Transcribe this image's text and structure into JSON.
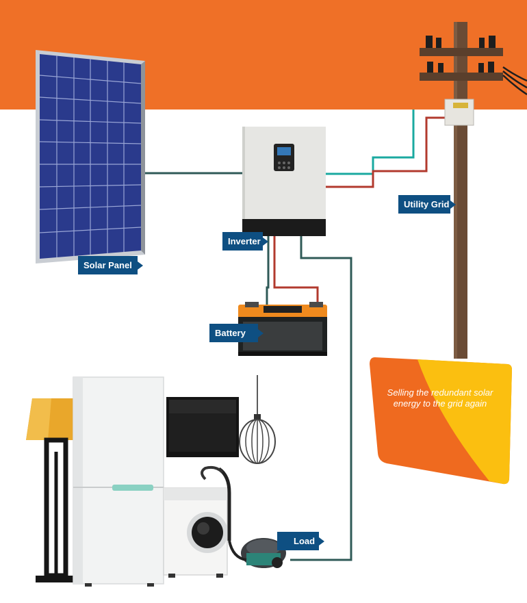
{
  "labels": {
    "solar_panel": "Solar Panel",
    "inverter": "Inverter",
    "utility_grid": "Utility Grid",
    "battery": "Battery",
    "load": "Load"
  },
  "callout": {
    "text": "Selling the redundant solar energy to the grid again"
  },
  "colors": {
    "orange_band": "#ef7027",
    "tag_blue": "#0e4f82",
    "wire_teal": "#1aa9a0",
    "wire_dark": "#2f5a57",
    "wire_red": "#b23a2e",
    "callout_orange": "#ef6a1f",
    "callout_yellow": "#fbbf10"
  },
  "icons": [
    "solar-panel-icon",
    "inverter-icon",
    "utility-pole-icon",
    "battery-icon",
    "floor-lamp-icon",
    "refrigerator-icon",
    "tv-icon",
    "pendant-lamp-icon",
    "washing-machine-icon",
    "vacuum-cleaner-icon"
  ]
}
